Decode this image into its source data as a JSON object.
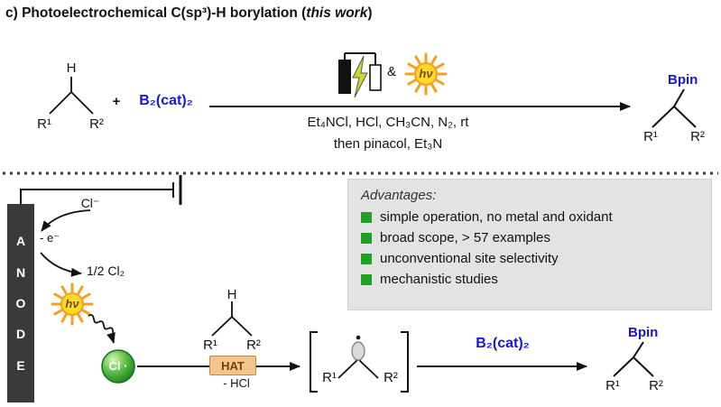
{
  "title": {
    "prefix": "c) Photoelectrochemical C(sp³)-H borylation (",
    "emphasis": "this work",
    "suffix": ")"
  },
  "colors": {
    "chem_blue": "#1515dd",
    "advantage_green": "#22a022",
    "hat_box_fill": "#f5c48d",
    "advantages_bg": "#e3e3e3",
    "cl_radical_sphere": "#2f9e2f",
    "sun_yellow": "#ffd92a",
    "anode_gray": "#3a3a3a"
  },
  "top_scheme": {
    "substrate": {
      "h": "H",
      "r1": "R¹",
      "r2": "R²"
    },
    "plus": "+",
    "reagent": "B₂(cat)₂",
    "ampersand": "&",
    "light": "hν",
    "conditions_line1": "Et₄NCl, HCl, CH₃CN, N₂, rt",
    "conditions_line2": "then pinacol, Et₃N",
    "product": {
      "bpin": "Bpin",
      "r1": "R¹",
      "r2": "R²"
    }
  },
  "advantages": {
    "heading": "Advantages:",
    "items": [
      "simple operation, no metal and oxidant",
      "broad scope, > 57 examples",
      "unconventional site selectivity",
      "mechanistic studies"
    ]
  },
  "mechanism": {
    "anode_letters": [
      "A",
      "N",
      "O",
      "D",
      "E"
    ],
    "chloride": "Cl⁻",
    "electron": "- e⁻",
    "half_cl2": "1/2 Cl₂",
    "light": "hν",
    "cl_radical": "Cl ·",
    "alkane": {
      "h": "H",
      "r1": "R¹",
      "r2": "R²"
    },
    "hat": "HAT",
    "minus_hcl": "- HCl",
    "radical_intermediate": {
      "r1": "R¹",
      "r2": "R²"
    },
    "reagent": "B₂(cat)₂",
    "product": {
      "bpin": "Bpin",
      "r1": "R¹",
      "r2": "R²"
    }
  }
}
